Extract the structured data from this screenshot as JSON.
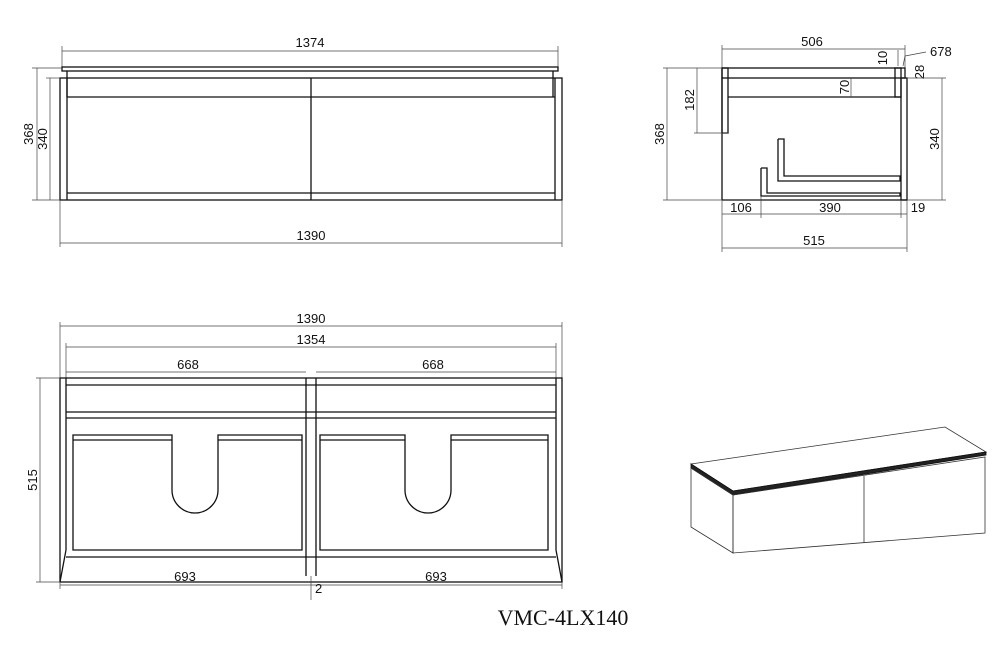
{
  "front_view": {
    "countertop_width": "1374",
    "overall_width": "1390",
    "overall_height": "368",
    "cabinet_height": "340"
  },
  "side_view": {
    "countertop_depth": "506",
    "overall_height": "368",
    "back_panel_height": "182",
    "top_rail": "70",
    "lip": "10",
    "detail_ref": "678",
    "countertop_thickness": "28",
    "cabinet_height": "340",
    "rear_offset": "106",
    "drawer_depth": "390",
    "front_thickness": "19",
    "overall_depth": "515"
  },
  "plan_view": {
    "overall_width": "1390",
    "inner_width": "1354",
    "drawer_left_width": "668",
    "drawer_right_width": "668",
    "front_left_width": "693",
    "front_right_width": "693",
    "gap": "2",
    "depth": "515"
  },
  "model_code": "VMC-4LX140"
}
